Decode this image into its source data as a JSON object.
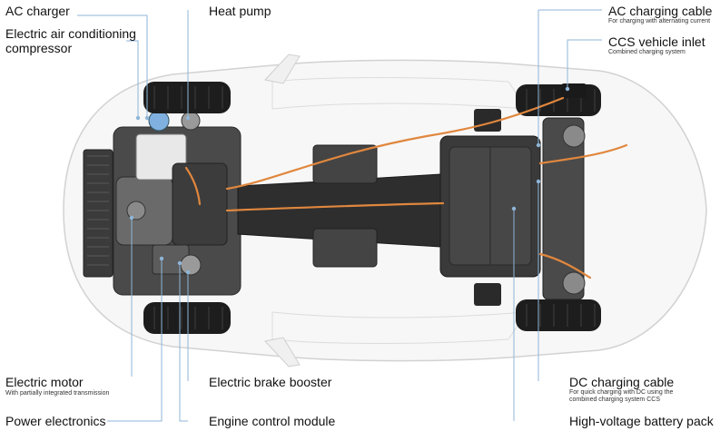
{
  "labels": {
    "ac_charger": {
      "title": "AC charger"
    },
    "ac_compressor": {
      "title": "Electric air conditioning compressor"
    },
    "heat_pump": {
      "title": "Heat pump"
    },
    "ac_charging_cable": {
      "title": "AC charging cable",
      "subtitle": "For charging with alternating current"
    },
    "ccs_inlet": {
      "title": "CCS vehicle inlet",
      "subtitle": "Combined charging system"
    },
    "electric_motor": {
      "title": "Electric motor",
      "subtitle": "With partially integrated transmission"
    },
    "power_electronics": {
      "title": "Power electronics"
    },
    "brake_booster": {
      "title": "Electric brake booster"
    },
    "engine_control": {
      "title": "Engine control module"
    },
    "dc_charging_cable": {
      "title": "DC charging cable",
      "subtitle_1": "For quick charging with DC using the",
      "subtitle_2": "combined charging system CCS"
    },
    "battery_pack": {
      "title": "High-voltage battery pack"
    }
  },
  "colors": {
    "leader": "#8fb6d8",
    "hv_cable": "#e0873e",
    "body": "#d6d6d6",
    "tire": "#1d1d1d",
    "frame": "#2e2e2e",
    "battery": "#3a3a3a"
  }
}
